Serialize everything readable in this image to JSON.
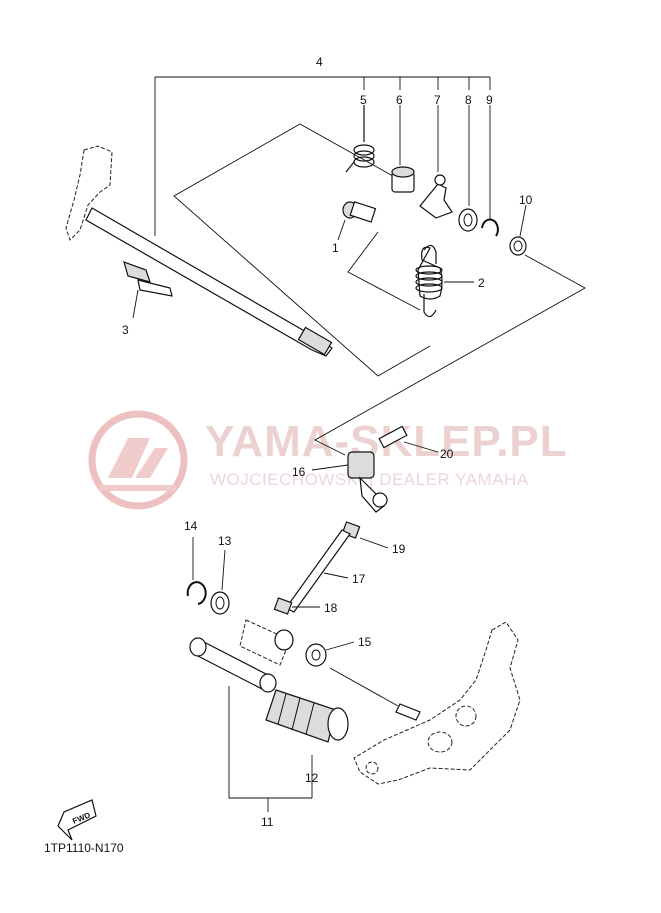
{
  "watermark": {
    "title": "YAMA-SKLEP.PL",
    "subtitle": "WOJCIECHOWSKI | DEALER YAMAHA",
    "color": "#e6b9b9"
  },
  "diagram_code": "1TP1110-N170",
  "fwd_label": "FWD",
  "callouts": {
    "p1": "1",
    "p2": "2",
    "p3": "3",
    "p4": "4",
    "p5": "5",
    "p6": "6",
    "p7": "7",
    "p8": "8",
    "p9": "9",
    "p10": "10",
    "p11": "11",
    "p12": "12",
    "p13": "13",
    "p14": "14",
    "p15": "15",
    "p16": "16",
    "p17": "17",
    "p18": "18",
    "p19": "19",
    "p20": "20"
  }
}
